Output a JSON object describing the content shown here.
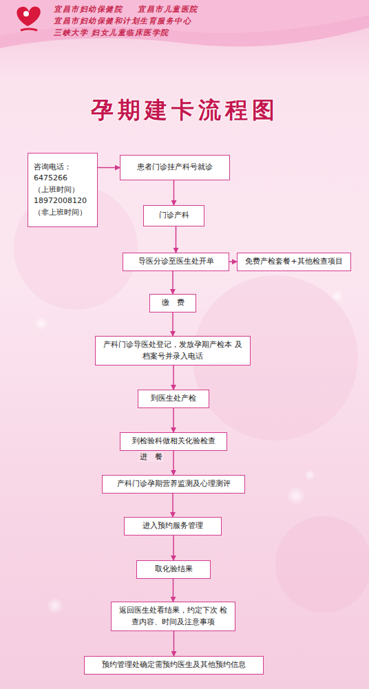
{
  "diagram": {
    "title": "孕期建卡流程图",
    "nodes": [
      {
        "text": [
          "咨询电话：",
          "6475266",
          "（上班时间）",
          "18972008120",
          "（非上班时间）"
        ]
      },
      {
        "text": [
          "患者门诊挂产科号就诊"
        ]
      },
      {
        "text": [
          "门诊产科"
        ]
      },
      {
        "text": [
          "导医分诊至医生处开单"
        ]
      },
      {
        "text": [
          "免费产检套餐+其他检查项目"
        ]
      },
      {
        "text": [
          "缴　费"
        ]
      },
      {
        "text": [
          "产科门诊导医处登记，发放孕期产检本 及档案号并录入电话"
        ]
      },
      {
        "text": [
          "到医生处产检"
        ]
      },
      {
        "text": [
          "到检验科做相关化验检查"
        ]
      },
      {
        "text": [
          "产科门诊孕期营养监测及心理测评"
        ]
      },
      {
        "text": [
          "进入预约服务管理"
        ]
      },
      {
        "text": [
          "取化验结果"
        ]
      },
      {
        "text": [
          "返回医生处看结果，约定下次 检查内容、时间及注意事项"
        ]
      },
      {
        "text": [
          "预约管理处确定需预约医生及其他预约信息"
        ]
      }
    ],
    "edges": [
      {
        "from": 0,
        "to": 1,
        "arrow": "to"
      },
      {
        "from": 1,
        "to": 2,
        "arrow": "to"
      },
      {
        "from": 2,
        "to": 3,
        "arrow": "to"
      },
      {
        "from": 3,
        "to": 4,
        "arrow": "to"
      },
      {
        "from": 3,
        "to": 5,
        "arrow": "to"
      },
      {
        "from": 5,
        "to": 6,
        "arrow": "to"
      },
      {
        "from": 6,
        "to": 7,
        "arrow": "to"
      },
      {
        "from": 7,
        "to": 8,
        "arrow": "to"
      },
      {
        "from": 8,
        "to": 9,
        "label": "进　餐",
        "arrow": "to"
      },
      {
        "from": 9,
        "to": 10,
        "arrow": "to"
      },
      {
        "from": 10,
        "to": 11,
        "arrow": "to"
      },
      {
        "from": 11,
        "to": 12,
        "arrow": "to"
      },
      {
        "from": 12,
        "to": 13,
        "arrow": "to"
      }
    ],
    "labels": [
      "宜昌市妇幼保健院",
      "宜昌市儿童医院",
      "宜昌市妇幼保健和计划生育服务中心",
      "三峡大学 妇女儿童临床医学院"
    ]
  }
}
